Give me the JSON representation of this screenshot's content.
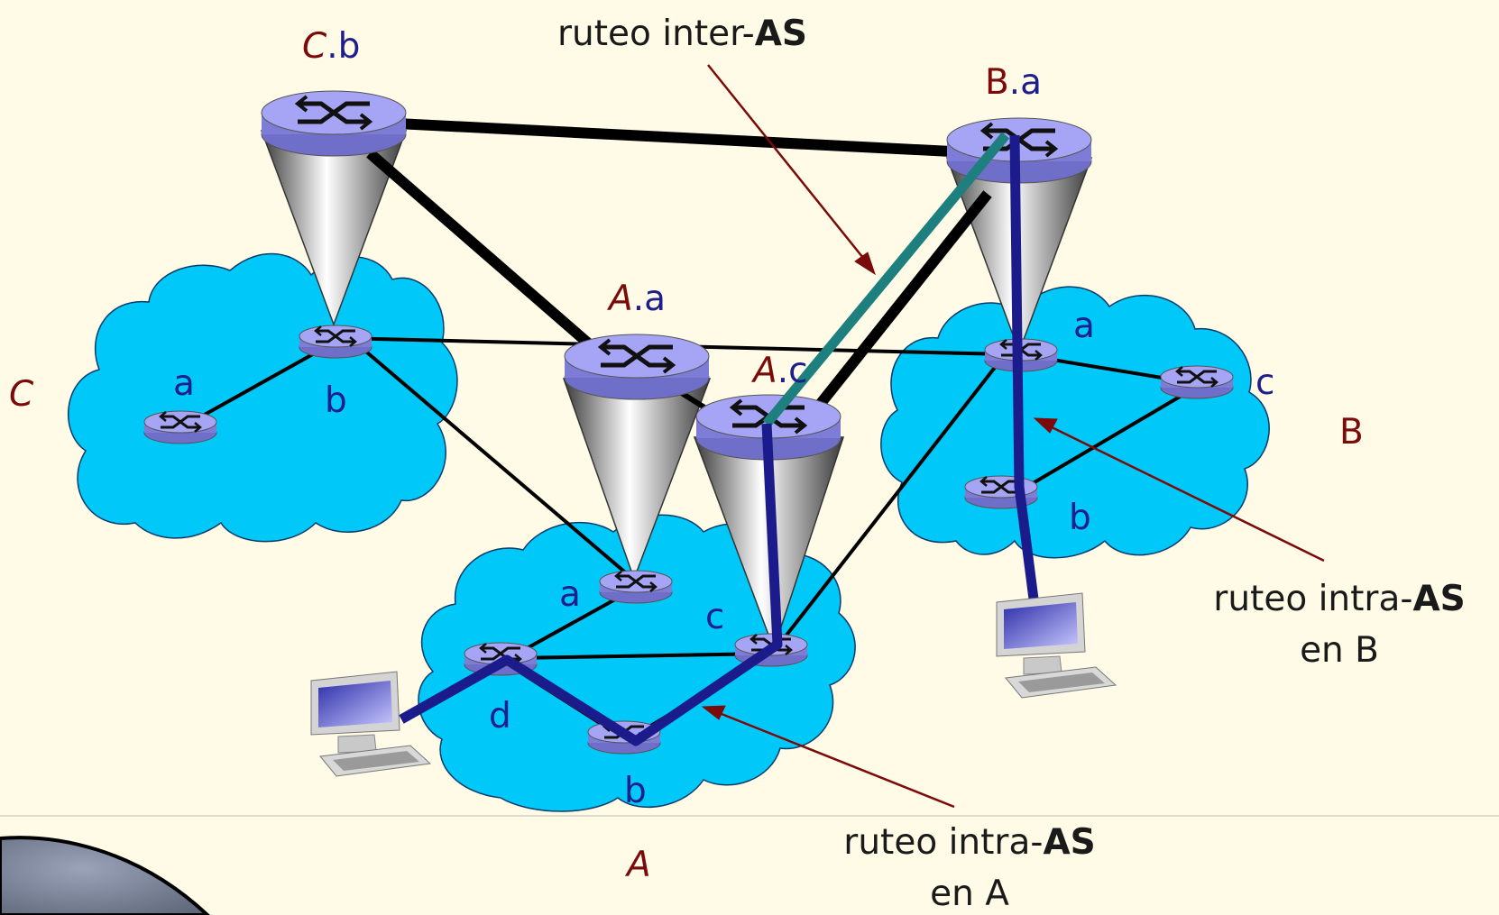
{
  "labels": {
    "inter_as": {
      "prefix": "ruteo inter-",
      "bold": "AS"
    },
    "intra_b": {
      "prefix": "ruteo intra-",
      "bold": "AS",
      "line2": "en B"
    },
    "intra_a": {
      "prefix": "ruteo intra-",
      "bold": "AS",
      "line2": "en A"
    }
  },
  "gateways": {
    "cb": {
      "as": "C",
      "dot": ".",
      "router": "b"
    },
    "ba": {
      "as": "B",
      "dot": ".",
      "router": "a"
    },
    "aa": {
      "as": "A",
      "dot": ".",
      "router": "a"
    },
    "ac": {
      "as": "A",
      "dot": ".",
      "router": "c"
    }
  },
  "as_names": {
    "a": "A",
    "b": "B",
    "c": "C"
  },
  "routers": {
    "as_c": {
      "a": "a",
      "b": "b"
    },
    "as_b": {
      "a": "a",
      "b": "b",
      "c": "c"
    },
    "as_a": {
      "a": "a",
      "b": "b",
      "c": "c",
      "d": "d"
    }
  },
  "colors": {
    "background": "#FFFBE6",
    "cloud": "#00C8F8",
    "router": "#9A99F2",
    "link": "#000000",
    "intra_path": "#1B1B8C",
    "inter_path": "#1E7F7F",
    "arrow": "#7B0A0A",
    "as_label": "#7B0A0A",
    "router_label": "#1E1E8C"
  }
}
